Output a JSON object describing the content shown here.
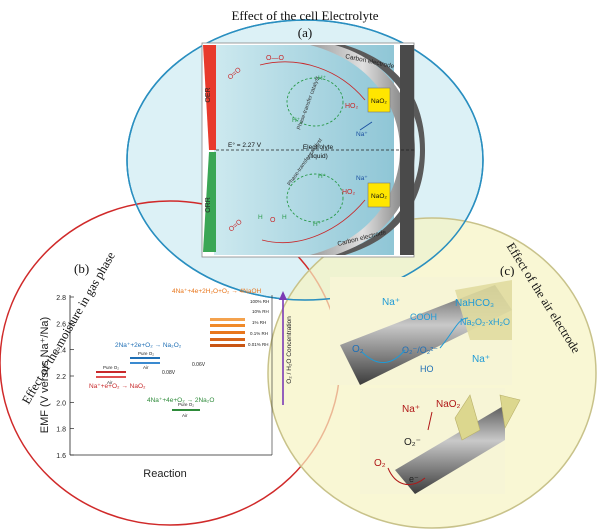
{
  "circle_a": {
    "title": "Effect of the cell Electrolyte",
    "label": "(a)",
    "carbon_electrode_top": "Carbon electrode",
    "carbon_electrode_bottom": "Carbon electrode",
    "oer": "OER",
    "orr": "ORR",
    "potential": "E° = 2.27 V",
    "electrolyte": "Electrolyte",
    "liquid": "(liquid)",
    "ptc_top": "Phase-transfer catalyst",
    "ptc_bottom": "Phase-transfer catalyst",
    "h_plus": "H⁺",
    "ho2": "HO₂",
    "nao2": "NaO₂",
    "na_plus": "Na⁺",
    "o_o": "O—O",
    "o_eq_o": "O=O",
    "h": "H",
    "o": "O"
  },
  "circle_b": {
    "title": "Effect of the moisture in gas phase",
    "label": "(b)",
    "ylabel": "EMF (V versus Na⁺/Na)",
    "xlabel": "Reaction",
    "yticks": [
      "2.8",
      "2.6",
      "2.4",
      "2.2",
      "2.0",
      "1.8",
      "1.6"
    ],
    "reaction_naoh": "4Na⁺+4e+2H₂O+O₂ → 4NaOH",
    "reaction_na2o2": "2Na⁺+2e+O₂ → Na₂O₂",
    "reaction_nao2": "Na⁺+e+O₂ → NaO₂",
    "reaction_na2o": "4Na⁺+4e+O₂ → 2Na₂O",
    "rh_labels": [
      "100% RH",
      "10% RH",
      "1% RH",
      "0.1% RH",
      "0.01% RH"
    ],
    "pure_o2": "Pure O₂",
    "air": "Air",
    "delta_1": "0.08V",
    "delta_2": "0.06V",
    "concentration_axis": "O₂ / H₂O Concentration",
    "colors": {
      "naoh": "#e8761c",
      "na2o2": "#1f6fb5",
      "nao2": "#c8282a",
      "na2o": "#2e8b3a"
    }
  },
  "circle_c": {
    "title": "Effect of the air electrode",
    "label": "(c)",
    "na_plus": "Na⁺",
    "cooh": "COOH",
    "nahco3": "NaHCO₃",
    "na2o2_xh2o": "Na₂O₂·xH₂O",
    "o2": "O₂",
    "o2_chain": "O₂⁻/O₂²⁻",
    "ho": "HO",
    "e_minus": "e⁻",
    "nao2": "NaO₂",
    "o2_minus": "O₂⁻"
  }
}
